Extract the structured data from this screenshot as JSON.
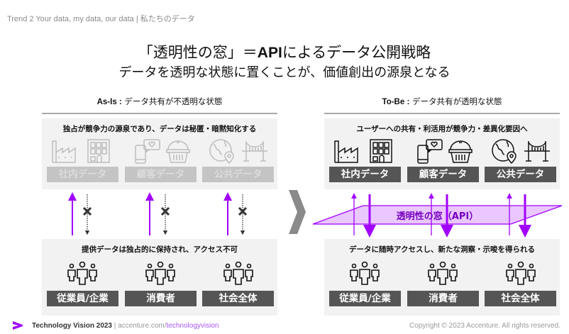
{
  "header": {
    "trend": "Trend 2 Your data, my data, our data | 私たちのデータ",
    "title_pre": "「透明性の窓」＝",
    "title_api": "API",
    "title_post": "によるデータ公開戦略",
    "subtitle": "データを透明な状態に置くことが、価値創出の源泉となる"
  },
  "as_is": {
    "label": "As-Is :",
    "desc": " データ共有が不透明な状態",
    "top_title": "独占が競争力の源泉であり、データは秘匿・暗黙知化する",
    "data_sources": [
      "社内データ",
      "顧客データ",
      "公共データ"
    ],
    "bottom_title": "提供データは独占的に保持され、アクセス不可",
    "users": [
      "従業員/企業",
      "消費者",
      "社会全体"
    ]
  },
  "to_be": {
    "label": "To-Be :",
    "desc": " データ共有が透明な状態",
    "top_title": "ユーザーへの共有・利活用が競争力・差異化要因へ",
    "data_sources": [
      "社内データ",
      "顧客データ",
      "公共データ"
    ],
    "window_label": "透明性の窓（API）",
    "bottom_title": "データに随時アクセスし、新たな洞察・示唆を得られる",
    "users": [
      "従業員/企業",
      "消費者",
      "社会全体"
    ]
  },
  "footer": {
    "brand": "Technology Vision 2023",
    "sep": " | ",
    "domain": "accenture.com/",
    "path": "technologyvision",
    "copyright": "Copyright © 2023 Accenture. All rights reserved."
  },
  "colors": {
    "accent": "#a100ff",
    "window_text": "#7500c0",
    "dark_box": "#555555",
    "panel": "#f2f2f2"
  }
}
